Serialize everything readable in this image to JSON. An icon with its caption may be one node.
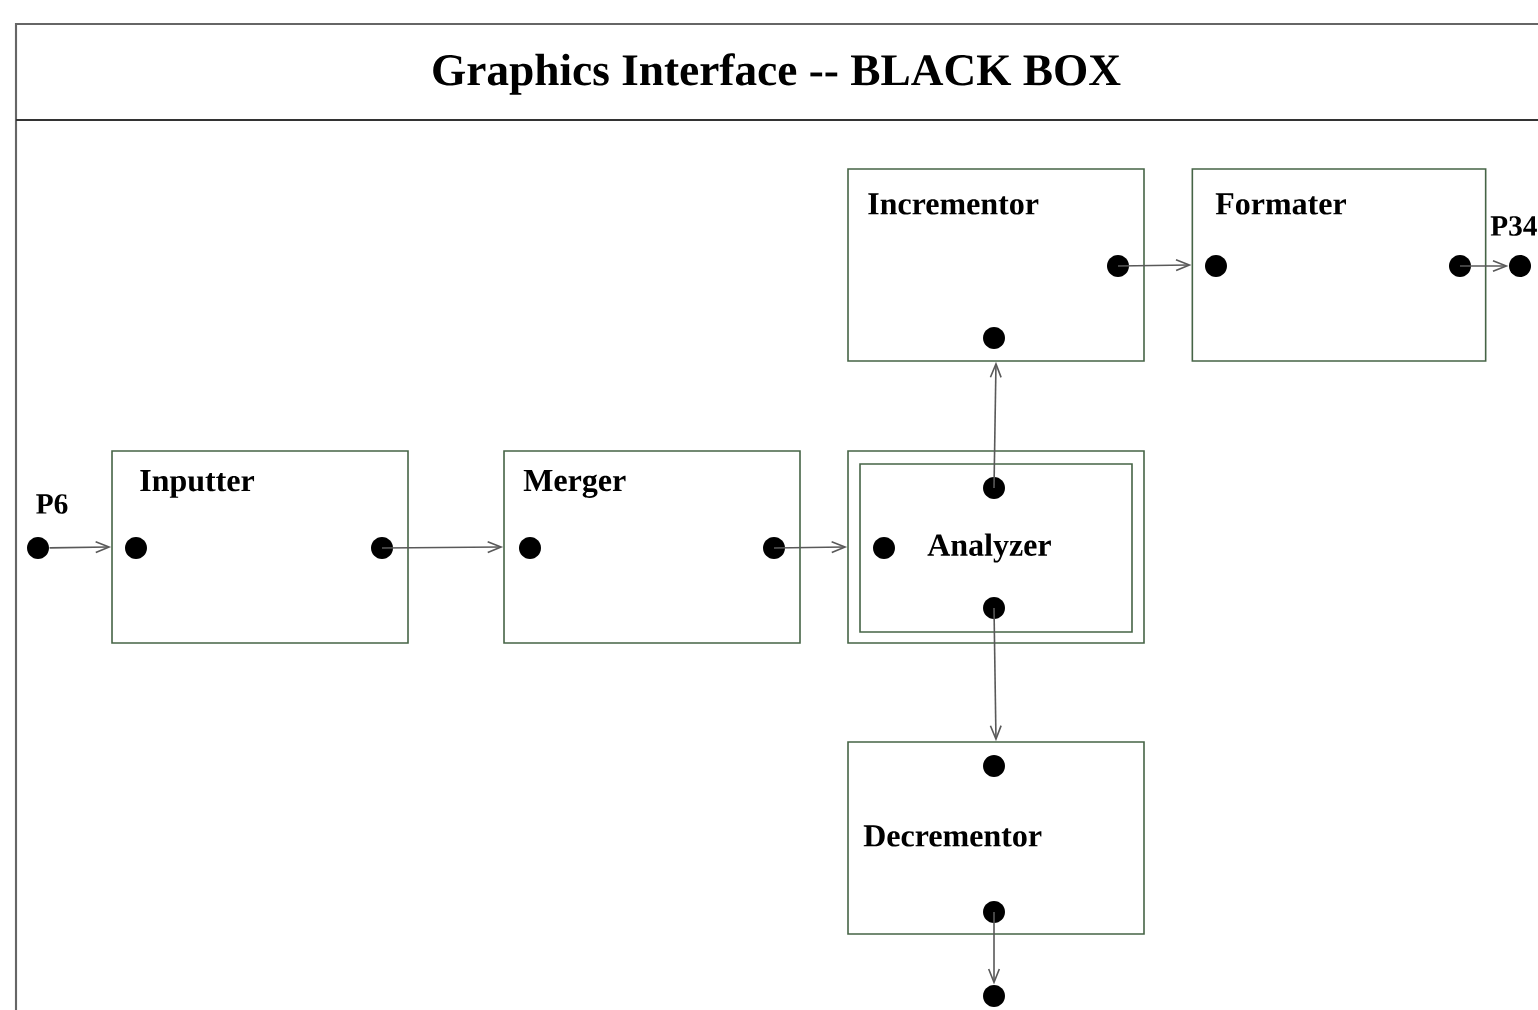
{
  "diagram": {
    "title": "Graphics Interface -- BLACK BOX",
    "nodes": [
      {
        "text": [
          "Inputter"
        ]
      },
      {
        "text": [
          "Merger"
        ]
      },
      {
        "text": [
          "Analyzer"
        ]
      },
      {
        "text": [
          "Incrementor"
        ]
      },
      {
        "text": [
          "Formater"
        ]
      },
      {
        "text": [
          "Decrementor"
        ]
      },
      {
        "text": [
          "P6"
        ]
      },
      {
        "text": [
          "P34"
        ]
      },
      {
        "text": [],
        "shape": "circle"
      }
    ],
    "edges": [
      {
        "from": 6,
        "to": 0,
        "arrow": "to"
      },
      {
        "from": 0,
        "to": 1,
        "arrow": "to"
      },
      {
        "from": 1,
        "to": 2,
        "arrow": "to"
      },
      {
        "from": 2,
        "to": 3,
        "arrow": "to"
      },
      {
        "from": 3,
        "to": 4,
        "arrow": "to"
      },
      {
        "from": 4,
        "to": 7,
        "arrow": "to"
      },
      {
        "from": 2,
        "to": 5,
        "arrow": "to"
      },
      {
        "from": 5,
        "to": 8,
        "arrow": "to"
      }
    ]
  }
}
